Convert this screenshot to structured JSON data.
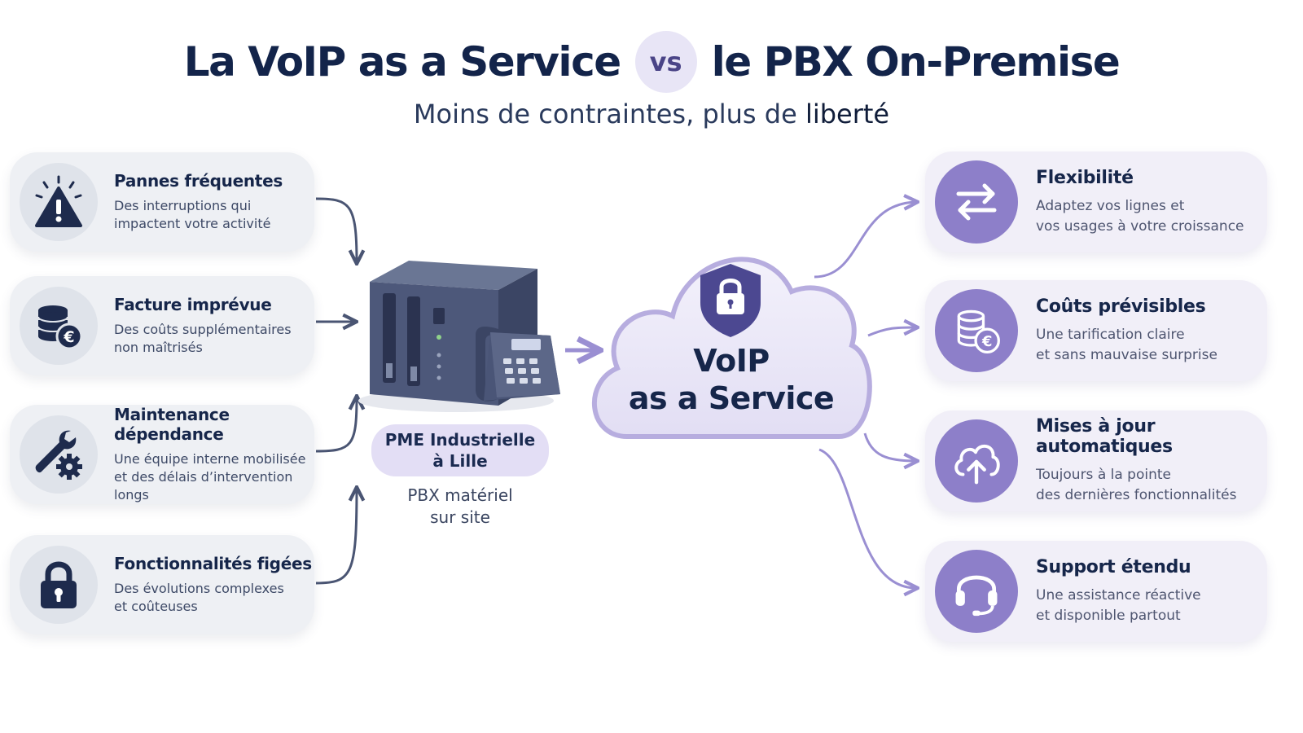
{
  "header": {
    "title_left": "La VoIP as a Service",
    "vs": "vs",
    "title_right": "le PBX On-Premise",
    "subtitle_prefix": "Moins de contraintes, plus de",
    "subtitle_emphasis": "liberté"
  },
  "problems": [
    {
      "icon": "warning-icon",
      "title": "Pannes fréquentes",
      "description": "Des interruptions qui\nimpactent votre activité"
    },
    {
      "icon": "coins-euro-icon",
      "title": "Facture imprévue",
      "description": "Des coûts supplémentaires\nnon maîtrisés"
    },
    {
      "icon": "wrench-gear-icon",
      "title": "Maintenance dépendance",
      "description": "Une équipe interne mobilisée\net des délais d’intervention longs"
    },
    {
      "icon": "padlock-icon",
      "title": "Fonctionnalités figées",
      "description": "Des évolutions complexes\net coûteuses"
    }
  ],
  "center": {
    "pme_label": "PME Industrielle\nà Lille",
    "pbx_caption": "PBX matériel\nsur site",
    "cloud_label": "VoIP\nas a Service"
  },
  "benefits": [
    {
      "icon": "swap-arrows-icon",
      "title": "Flexibilité",
      "description": "Adaptez vos lignes et\nvos usages à votre croissance"
    },
    {
      "icon": "coins-euro-icon",
      "title": "Coûts prévisibles",
      "description": "Une tarification claire\net sans mauvaise surprise"
    },
    {
      "icon": "cloud-upload-icon",
      "title": "Mises à jour automatiques",
      "description": "Toujours à la pointe\ndes dernières fonctionnalités"
    },
    {
      "icon": "headset-icon",
      "title": "Support étendu",
      "description": "Une assistance réactive\net disponible partout"
    }
  ],
  "colors": {
    "navy": "#16264a",
    "accent_purple": "#8d7fc9",
    "left_card_bg": "#eef0f4",
    "right_card_bg": "#f1eff8"
  }
}
